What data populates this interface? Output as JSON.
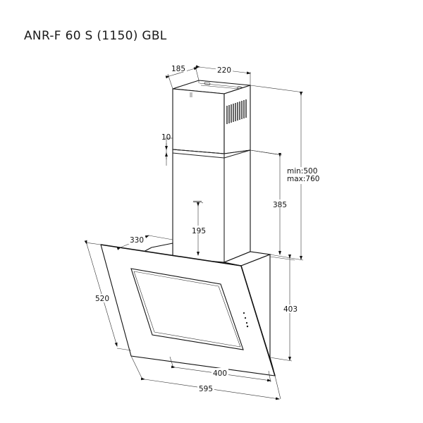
{
  "title": "ANR-F 60 S (1150) GBL",
  "dimensions": {
    "chimney_depth": "185",
    "chimney_width": "220",
    "telescopic_gap": "10",
    "height_range_min": "min:500",
    "height_range_max": "max:760",
    "lower_chimney_height": "385",
    "outlet_height": "195",
    "body_depth": "330",
    "glass_height": "520",
    "body_height": "403",
    "inner_width": "400",
    "total_width": "595"
  },
  "colors": {
    "line": "#111111",
    "background": "#ffffff"
  }
}
